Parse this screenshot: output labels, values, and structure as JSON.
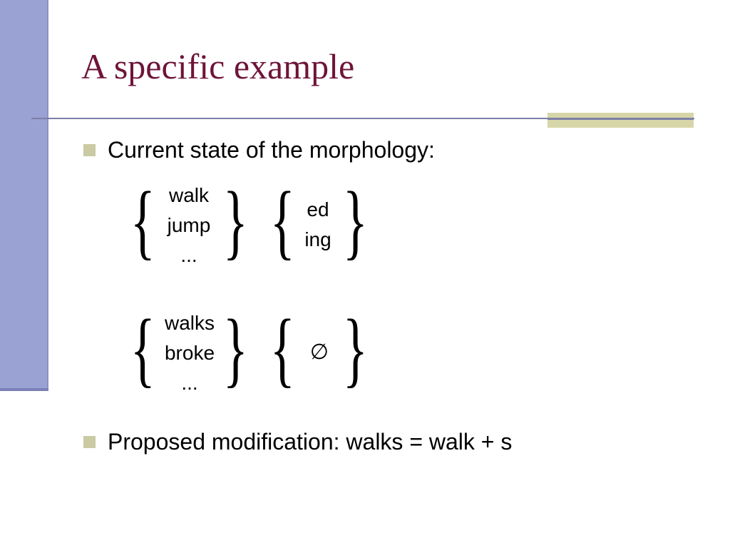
{
  "slide": {
    "title": "A specific example",
    "bullets": [
      "Current state of the morphology:",
      "Proposed modification: walks = walk + s"
    ]
  },
  "morphology": {
    "signature_1": {
      "stems": [
        "walk",
        "jump",
        "..."
      ],
      "suffixes": [
        "ed",
        "ing"
      ]
    },
    "signature_2": {
      "stems": [
        "walks",
        "broke",
        "..."
      ],
      "suffixes": [
        "∅"
      ]
    }
  },
  "braces": {
    "open": "{",
    "close": "}"
  },
  "colors": {
    "title": "#6e1439",
    "left_bar": "#99a2d2",
    "accent_bar": "#d6d6a8",
    "rule": "#7d7fa8",
    "bullet": "#cacaa4"
  }
}
